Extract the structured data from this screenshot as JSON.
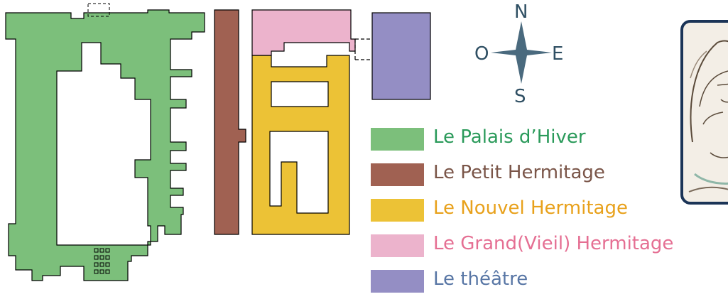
{
  "compass": {
    "north": "N",
    "south": "S",
    "east": "E",
    "west": "O",
    "color": "#4a6a7e"
  },
  "legend": [
    {
      "key": "palais",
      "label": "Le Palais d’Hiver",
      "color": "#7cbf7b",
      "text_color": "#2a9a5a"
    },
    {
      "key": "petit",
      "label": "Le Petit Hermitage",
      "color": "#a06152",
      "text_color": "#7a5548"
    },
    {
      "key": "nouvel",
      "label": "Le Nouvel Hermitage",
      "color": "#ecc236",
      "text_color": "#e8a11b"
    },
    {
      "key": "grand",
      "label": "Le Grand(Vieil) Hermitage",
      "color": "#ecb3cc",
      "text_color": "#e56f93"
    },
    {
      "key": "theatre",
      "label": "Le théâtre",
      "color": "#948ec4",
      "text_color": "#5876a5"
    }
  ],
  "portrait": {
    "icon": "portrait-sketch-icon",
    "frame_color": "#1b3457"
  }
}
